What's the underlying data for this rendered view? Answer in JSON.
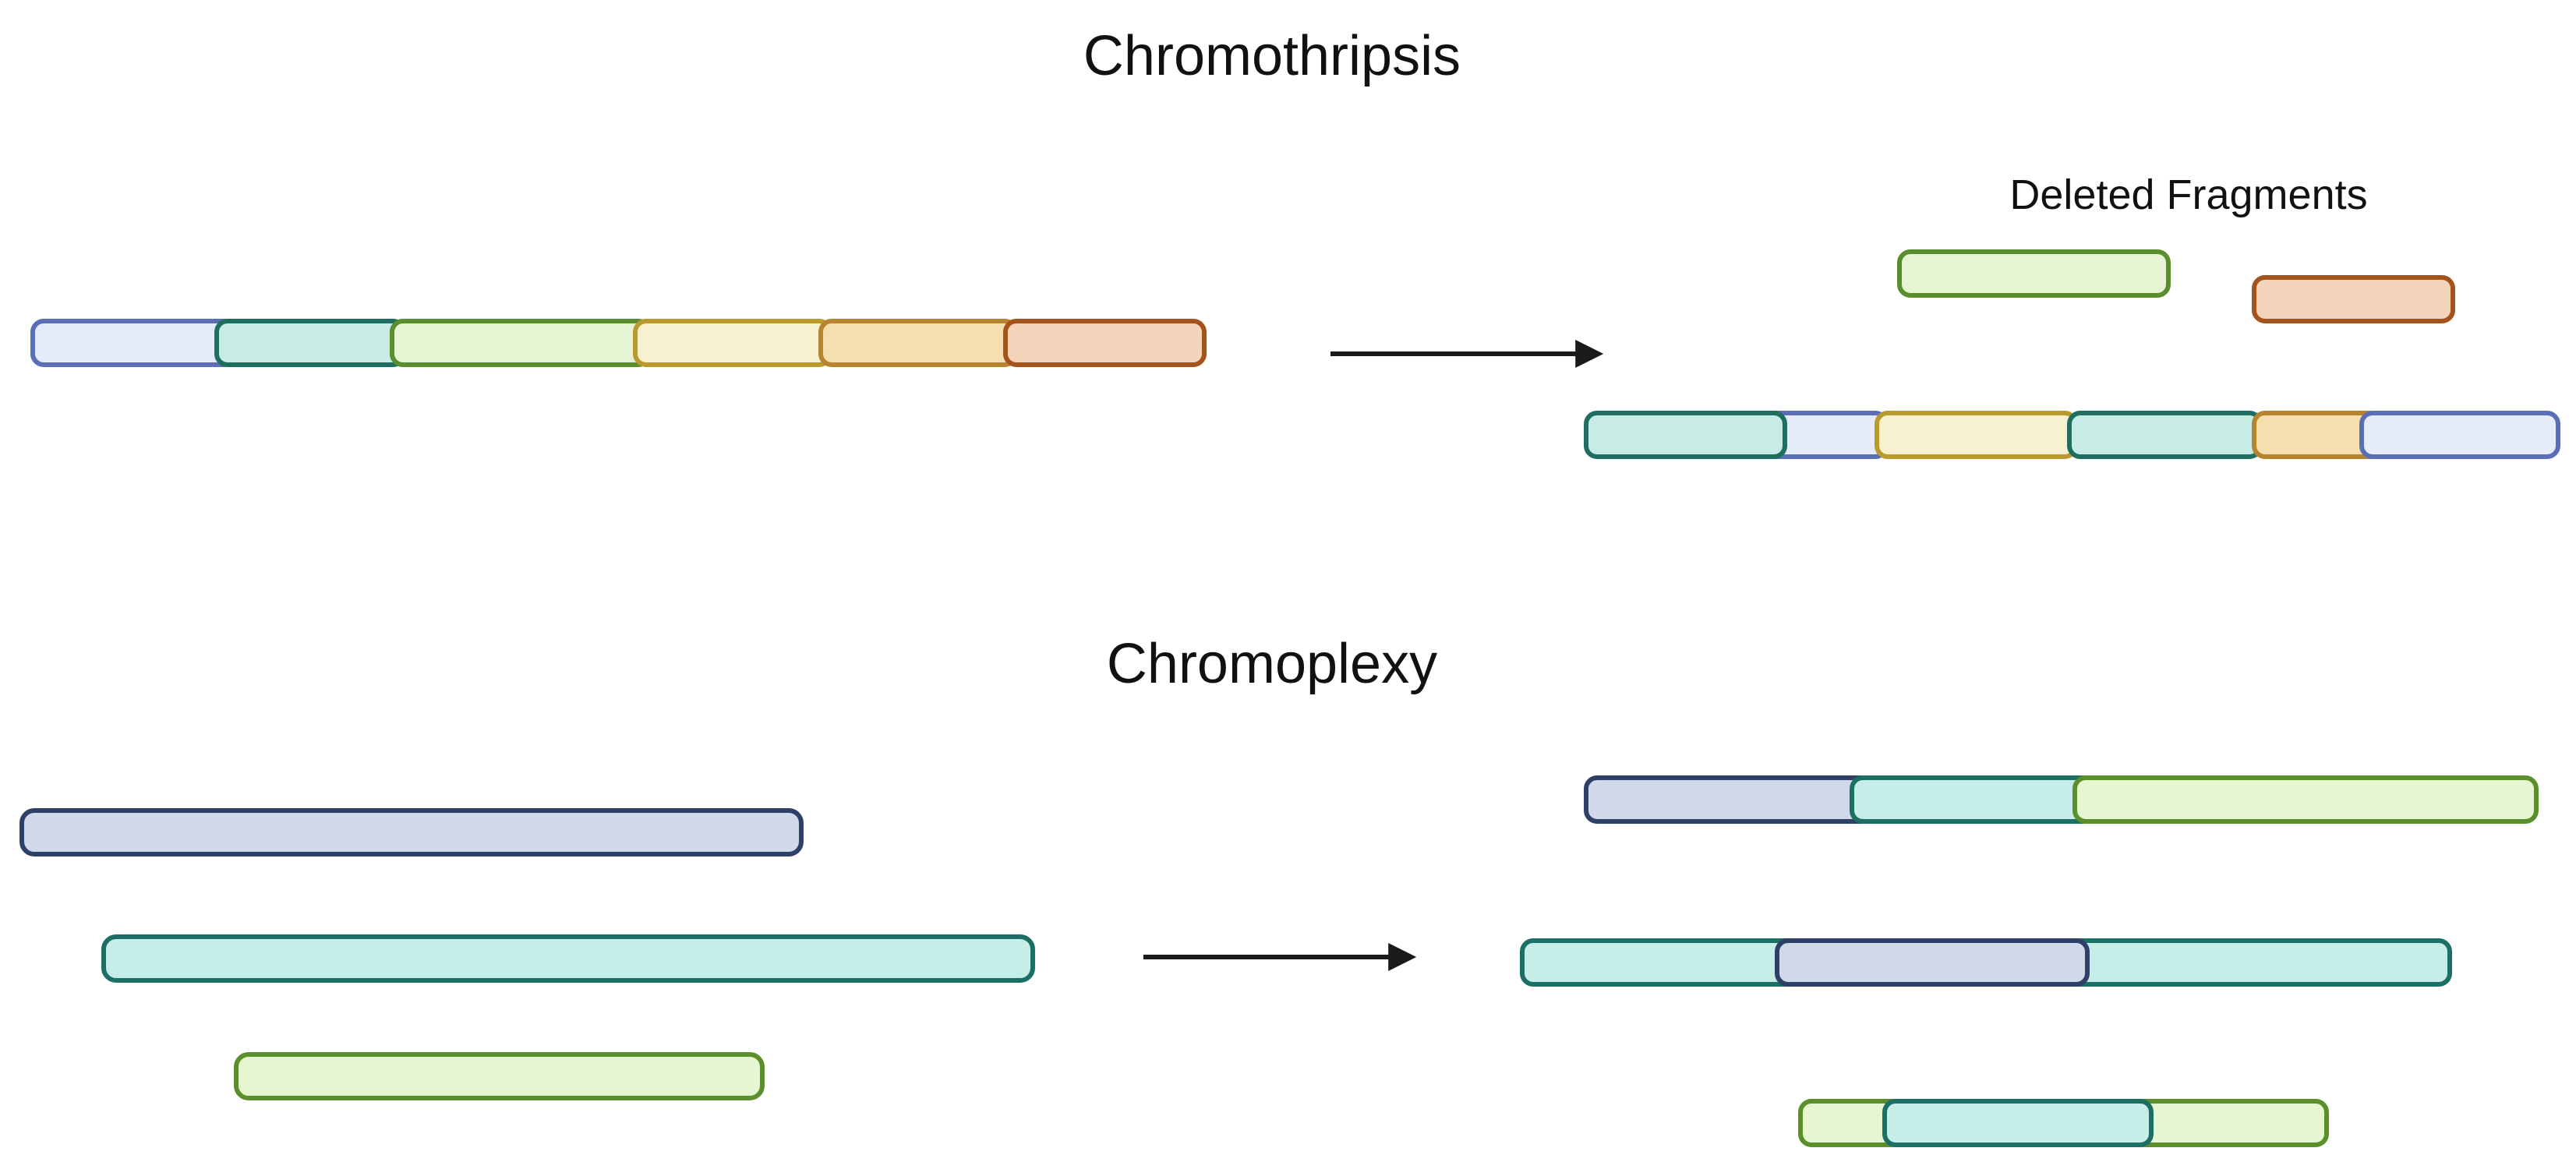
{
  "chromothripsis": {
    "title": "Chromothripsis",
    "deleted_label": "Deleted Fragments"
  },
  "chromoplexy": {
    "title": "Chromoplexy"
  },
  "colors": {
    "blue": {
      "fill": "#e5ebf9",
      "stroke": "#5a6fb5"
    },
    "teal": {
      "fill": "#c7ece6",
      "stroke": "#1f6e62"
    },
    "green": {
      "fill": "#e5f4d2",
      "stroke": "#5a8d2e"
    },
    "yellow": {
      "fill": "#f8f1cf",
      "stroke": "#b99a2c"
    },
    "orange": {
      "fill": "#f6dfae",
      "stroke": "#b8832e"
    },
    "rust": {
      "fill": "#f4d5bc",
      "stroke": "#a4531d"
    },
    "slate": {
      "fill": "#cfd9ea",
      "stroke": "#2e3f68"
    },
    "tealbar": {
      "fill": "#c6ede7",
      "stroke": "#1b6f64"
    },
    "lightgreen": {
      "fill": "#e5f6d0",
      "stroke": "#5b8f2c"
    },
    "arrow": "#1a1a1a"
  },
  "segment_order": {
    "original_chromosome": [
      "blue",
      "teal",
      "green",
      "yellow",
      "orange",
      "rust"
    ],
    "deleted_fragments": [
      "green",
      "rust"
    ],
    "rearranged_chromosome": [
      "teal",
      "blue",
      "yellow",
      "teal",
      "orange",
      "blue"
    ],
    "input_chromosomes": [
      "slate",
      "tealbar",
      "lightgreen"
    ],
    "output_chromosome_1": [
      "slate",
      "tealbar",
      "lightgreen"
    ],
    "output_chromosome_2": [
      "tealbar",
      "slate",
      "tealbar"
    ],
    "output_chromosome_3": [
      "lightgreen",
      "tealbar",
      "lightgreen"
    ]
  }
}
